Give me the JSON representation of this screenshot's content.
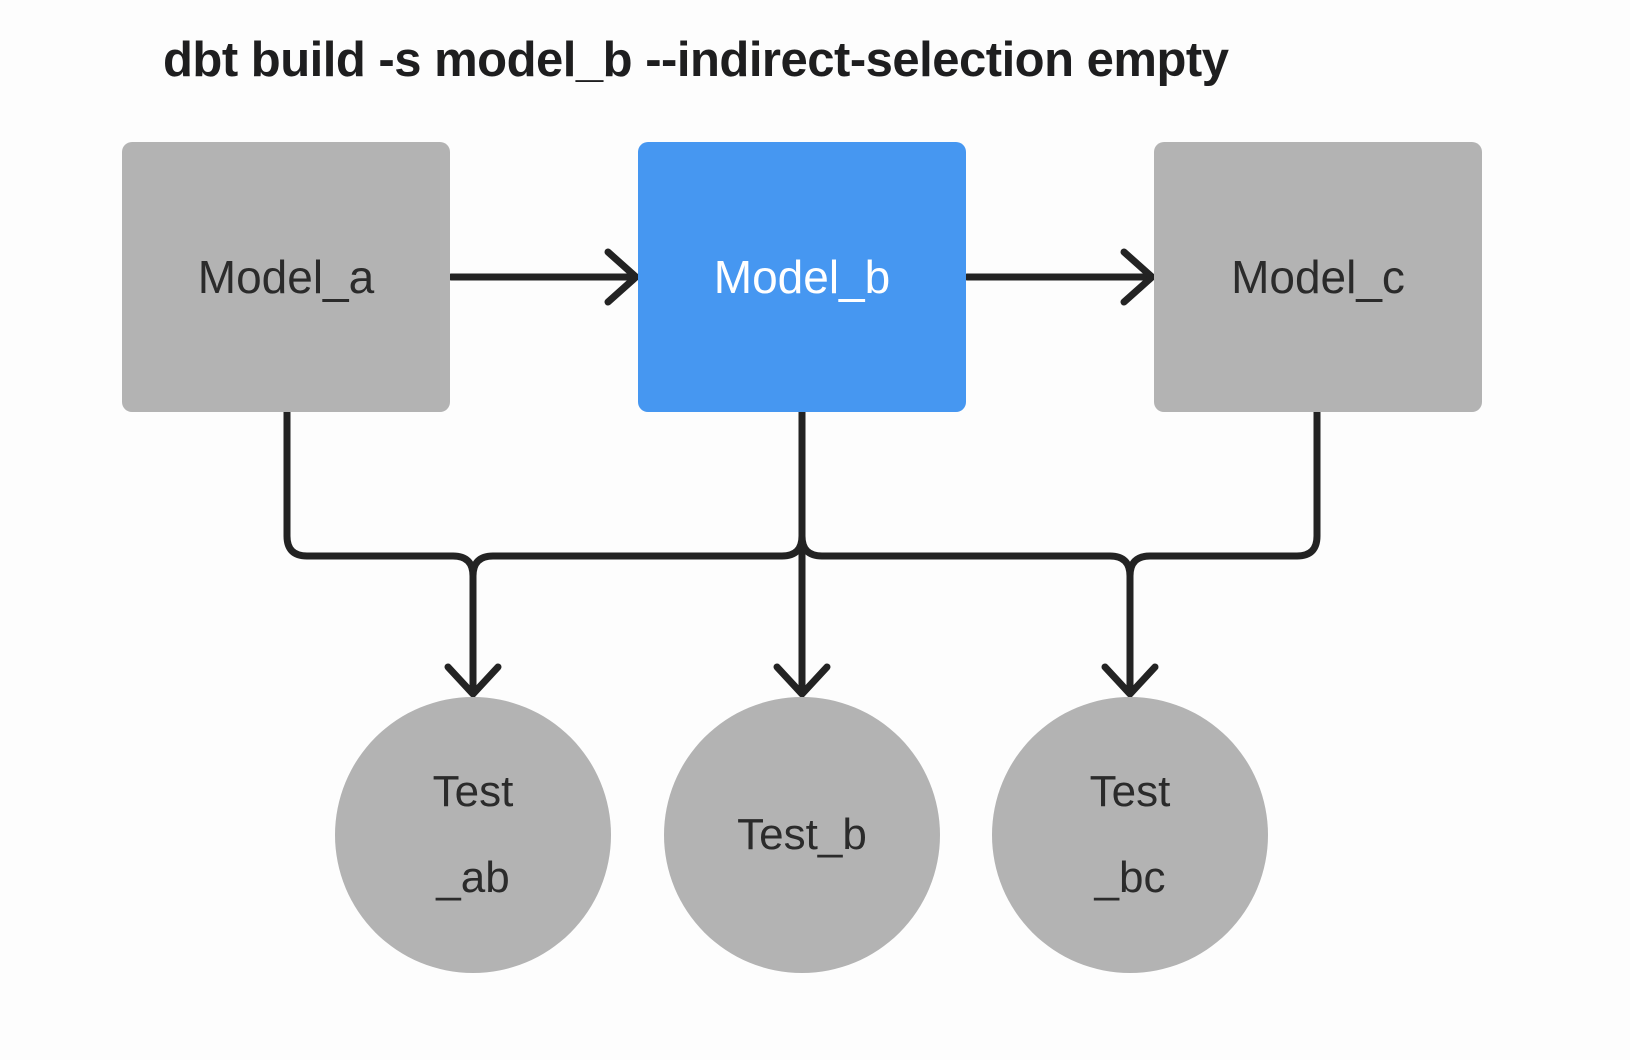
{
  "title": "dbt build -s model_b --indirect-selection empty",
  "colors": {
    "selected_node_fill": "#4697f1",
    "unselected_node_fill": "#b3b3b3",
    "edge_stroke": "#232323",
    "node_text_dark": "#2b2b2b",
    "node_text_light": "#ffffff",
    "title_text": "#1e1e1f",
    "background": "#fdfdfd"
  },
  "nodes": {
    "model_a": {
      "label": "Model_a",
      "kind": "model",
      "selected": false
    },
    "model_b": {
      "label": "Model_b",
      "kind": "model",
      "selected": true
    },
    "model_c": {
      "label": "Model_c",
      "kind": "model",
      "selected": false
    },
    "test_ab": {
      "label_line1": "Test",
      "label_line2": "_ab",
      "kind": "test",
      "selected": false
    },
    "test_b": {
      "label": "Test_b",
      "kind": "test",
      "selected": false
    },
    "test_bc": {
      "label_line1": "Test",
      "label_line2": "_bc",
      "kind": "test",
      "selected": false
    }
  },
  "edges": [
    {
      "from": "model_a",
      "to": "model_b"
    },
    {
      "from": "model_b",
      "to": "model_c"
    },
    {
      "from": "model_a",
      "to": "test_ab"
    },
    {
      "from": "model_b",
      "to": "test_ab"
    },
    {
      "from": "model_b",
      "to": "test_b"
    },
    {
      "from": "model_b",
      "to": "test_bc"
    },
    {
      "from": "model_c",
      "to": "test_bc"
    }
  ]
}
